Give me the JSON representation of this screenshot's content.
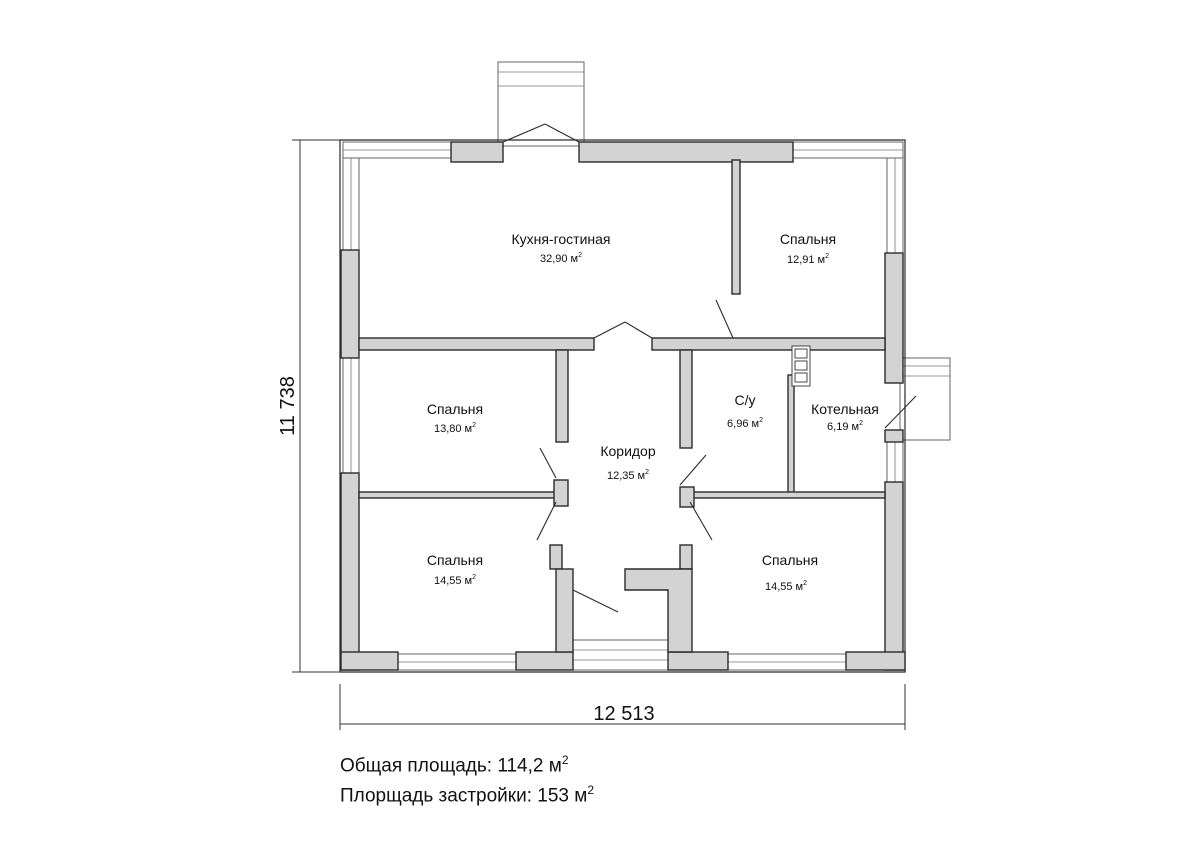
{
  "rooms": [
    {
      "id": "living",
      "name": "Кухня-гостиная",
      "area": "32,90 м",
      "area_unit_sup": "2"
    },
    {
      "id": "bed-ne",
      "name": "Спальня",
      "area": "12,91 м",
      "area_unit_sup": "2"
    },
    {
      "id": "bed-w",
      "name": "Спальня",
      "area": "13,80 м",
      "area_unit_sup": "2"
    },
    {
      "id": "corridor",
      "name": "Коридор",
      "area": "12,35 м",
      "area_unit_sup": "2"
    },
    {
      "id": "wc",
      "name": "С/у",
      "area": "6,96 м",
      "area_unit_sup": "2"
    },
    {
      "id": "boiler",
      "name": "Котельная",
      "area": "6,19 м",
      "area_unit_sup": "2"
    },
    {
      "id": "bed-sw",
      "name": "Спальня",
      "area": "14,55 м",
      "area_unit_sup": "2"
    },
    {
      "id": "bed-se",
      "name": "Спальня",
      "area": "14,55 м",
      "area_unit_sup": "2"
    }
  ],
  "dimensions": {
    "width": "12 513",
    "height": "11 738"
  },
  "summary": {
    "total_label": "Общая площадь: 114,2 м",
    "total_sup": "2",
    "built_label": "Плорщадь застройки: 153 м",
    "built_sup": "2"
  }
}
